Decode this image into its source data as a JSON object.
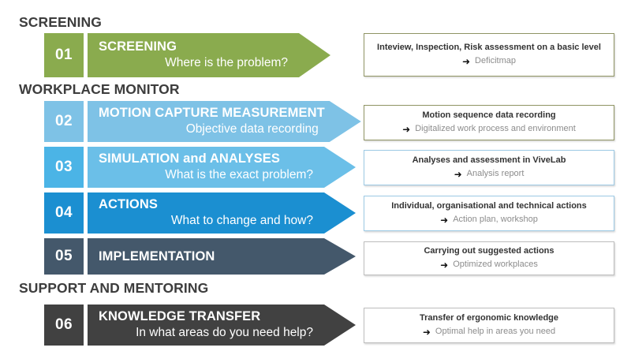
{
  "sections": [
    {
      "label": "SCREENING"
    },
    {
      "label": "WORKPLACE MONITOR"
    },
    {
      "label": "SUPPORT AND MENTORING"
    }
  ],
  "colors": {
    "green": "#8aab4e",
    "green_box": "#8aab4e",
    "light_blue": "#7ec2e6",
    "light_blue_box": "#7ec2e6",
    "mid_blue": "#4bb4e6",
    "mid_blue_box": "#4bb4e6",
    "strong_blue": "#1b8fd1",
    "strong_blue_box": "#1b8fd1",
    "slate": "#44586b",
    "slate_box": "#44586b",
    "dark_gray": "#414141",
    "dark_gray_box": "#414141",
    "heading_text": "#3d3d3d",
    "desc_title_text": "#333333",
    "desc_sub_text": "#8c8c8c",
    "border_olive": "#8f9464",
    "border_blue": "#9cc9e4",
    "border_gray": "#bdbdbd"
  },
  "steps": [
    {
      "number": "01",
      "title": "SCREENING",
      "subtitle": "Where is the problem?",
      "desc_title": "Inteview, Inspection, Risk assessment on a basic level",
      "desc_arrow": "arrow-right-icon",
      "desc_sub": "Deficitmap"
    },
    {
      "number": "02",
      "title": "MOTION CAPTURE MEASUREMENT",
      "subtitle": "Objective data recording",
      "desc_title": "Motion sequence data recording",
      "desc_arrow": "arrow-right-icon",
      "desc_sub": "Digitalized work process and environment"
    },
    {
      "number": "03",
      "title": "SIMULATION and ANALYSES",
      "subtitle": "What is the exact problem?",
      "desc_title": "Analyses and assessment in ViveLab",
      "desc_arrow": "arrow-right-icon",
      "desc_sub": "Analysis report"
    },
    {
      "number": "04",
      "title": "ACTIONS",
      "subtitle": "What to change and how?",
      "desc_title": "Individual, organisational and technical actions",
      "desc_arrow": "arrow-right-icon",
      "desc_sub": "Action plan, workshop"
    },
    {
      "number": "05",
      "title": "IMPLEMENTATION",
      "subtitle": "",
      "desc_title": "Carrying out suggested actions",
      "desc_arrow": "arrow-right-icon",
      "desc_sub": "Optimized workplaces"
    },
    {
      "number": "06",
      "title": "KNOWLEDGE TRANSFER",
      "subtitle": "In what areas do you need help?",
      "desc_title": "Transfer of ergonomic knowledge",
      "desc_arrow": "arrow-right-icon",
      "desc_sub": "Optimal help in areas you need"
    }
  ]
}
